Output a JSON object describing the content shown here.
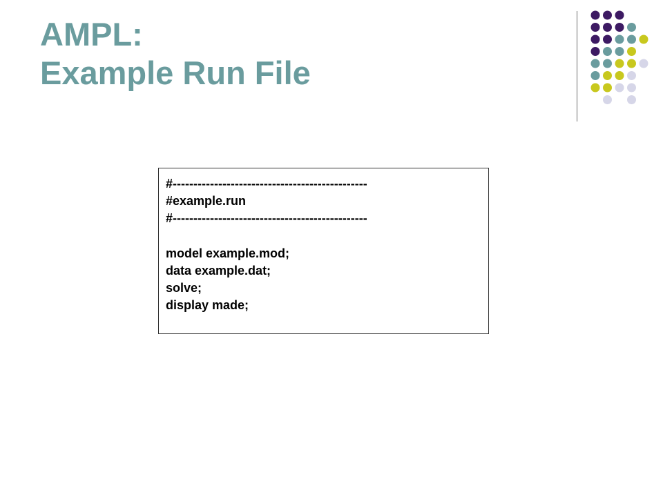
{
  "slide": {
    "title_line1": "AMPL:",
    "title_line2": "Example Run File",
    "title_color": "#6a9c9e"
  },
  "code": {
    "lines": [
      "#-----------------------------------------------",
      "#example.run",
      "#-----------------------------------------------",
      "",
      "model example.mod;",
      "data example.dat;",
      "solve;",
      "display made;"
    ]
  },
  "decoration": {
    "dot_colors": {
      "purple": "#3d1a63",
      "teal": "#6a9c9e",
      "lime": "#c8c81e",
      "lavender": "#d6d6e8"
    },
    "dot_rows": [
      [
        "purple",
        "purple",
        "purple",
        null,
        null
      ],
      [
        "purple",
        "purple",
        "purple",
        "teal",
        null
      ],
      [
        "purple",
        "purple",
        "teal",
        "teal",
        "lime"
      ],
      [
        "purple",
        "teal",
        "teal",
        "lime",
        null
      ],
      [
        "teal",
        "teal",
        "lime",
        "lime",
        "lavender"
      ],
      [
        "teal",
        "lime",
        "lime",
        "lavender",
        null
      ],
      [
        "lime",
        "lime",
        "lavender",
        "lavender",
        null
      ],
      [
        null,
        "lavender",
        null,
        "lavender",
        null
      ]
    ]
  }
}
